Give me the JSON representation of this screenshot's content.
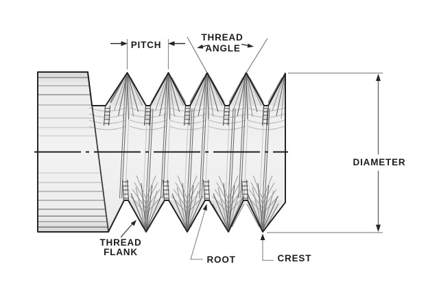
{
  "diagram": {
    "subject": "External screw thread terminology diagram",
    "labels": {
      "pitch": "PITCH",
      "thread_angle_line1": "THREAD",
      "thread_angle_line2": "ANGLE",
      "diameter": "DIAMETER",
      "thread_flank_line1": "THREAD",
      "thread_flank_line2": "FLANK",
      "root": "ROOT",
      "crest": "CREST"
    },
    "colors": {
      "background": "#ffffff",
      "body_fill": "#ececec",
      "outline": "#242424",
      "dimension_line": "#8a8a8a",
      "label_text": "#1b1b1b"
    }
  }
}
